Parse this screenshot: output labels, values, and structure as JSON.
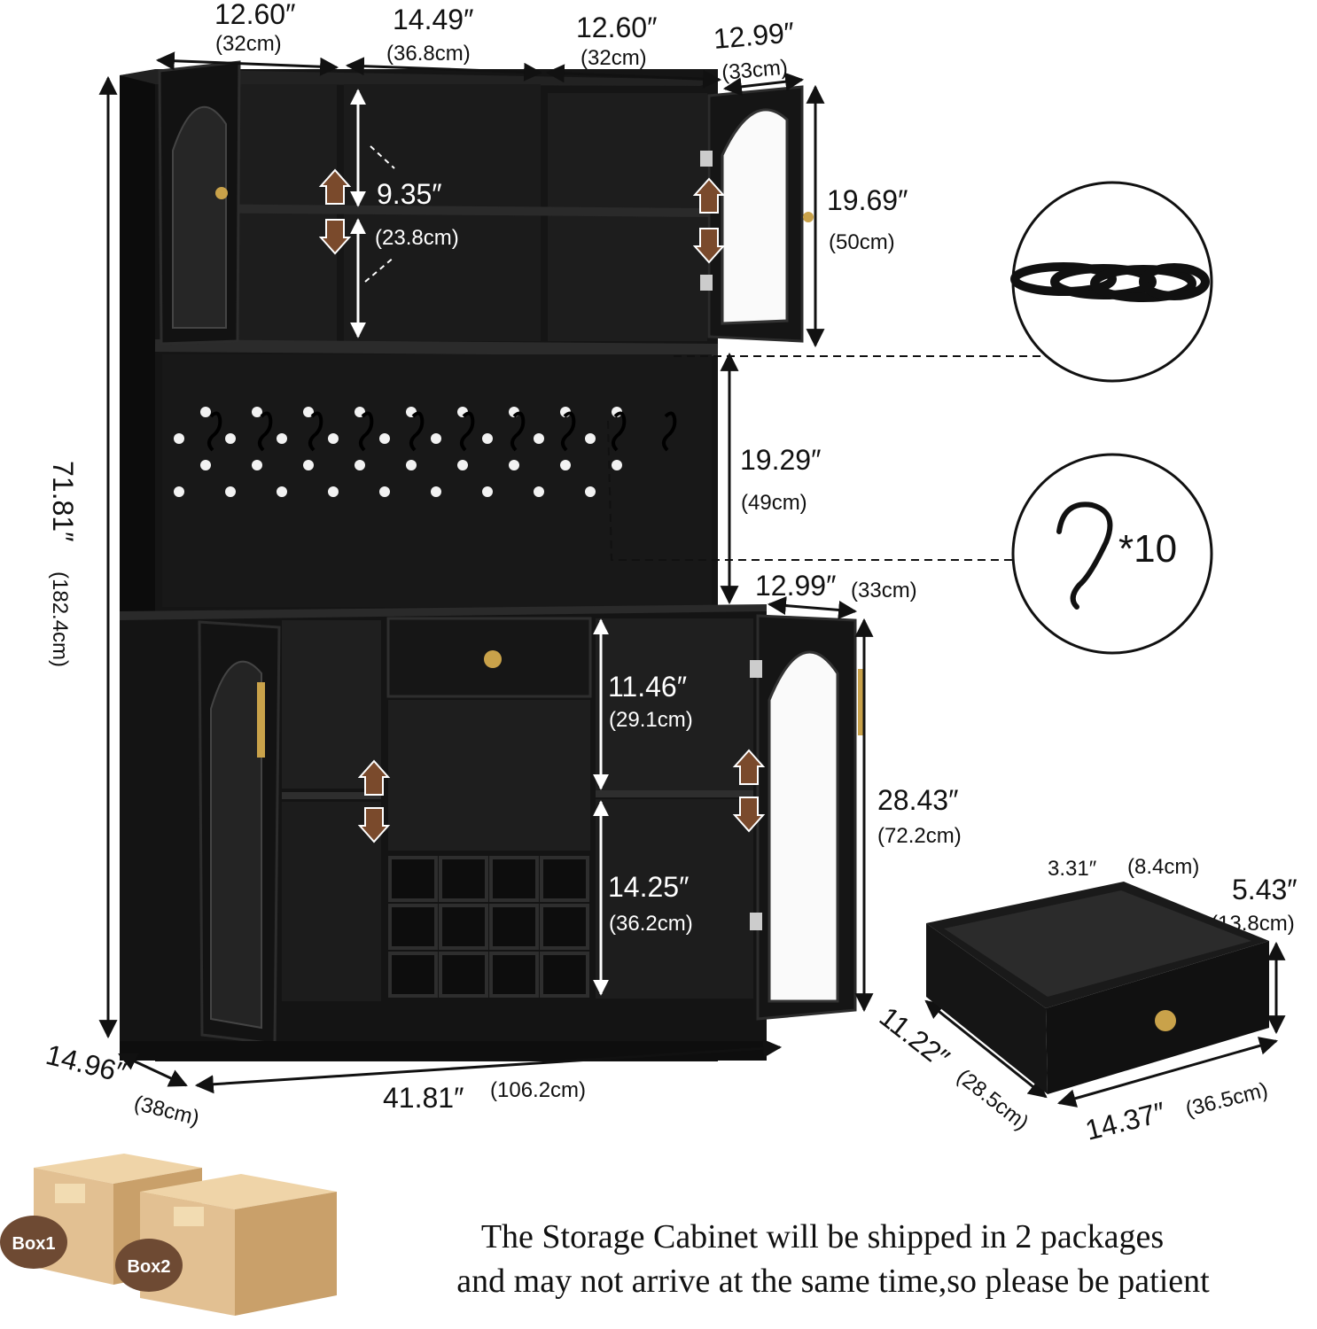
{
  "dimensions": {
    "top_left_width": {
      "in": "12.60″",
      "cm": "(32cm)"
    },
    "top_center_width": {
      "in": "14.49″",
      "cm": "(36.8cm)"
    },
    "top_right_width": {
      "in": "12.60″",
      "cm": "(32cm)"
    },
    "top_door_width": {
      "in": "12.99″",
      "cm": "(33cm)"
    },
    "upper_shelf_gap": {
      "in": "9.35″",
      "cm": "(23.8cm)"
    },
    "upper_height": {
      "in": "19.69″",
      "cm": "(50cm)"
    },
    "middle_height": {
      "in": "19.29″",
      "cm": "(49cm)"
    },
    "lower_door_width": {
      "in": "12.99″",
      "cm": "(33cm)"
    },
    "total_height": {
      "in": "71.81″",
      "cm": "(182.4cm)"
    },
    "drawer_compartment": {
      "in": "11.46″",
      "cm": "(29.1cm)"
    },
    "lower_compartment": {
      "in": "14.25″",
      "cm": "(36.2cm)"
    },
    "lower_height": {
      "in": "28.43″",
      "cm": "(72.2cm)"
    },
    "depth": {
      "in": "14.96″",
      "cm": "(38cm)"
    },
    "total_width": {
      "in": "41.81″",
      "cm": "(106.2cm)"
    },
    "drawer_inner_depth": {
      "in": "3.31″",
      "cm": "(8.4cm)"
    },
    "drawer_height": {
      "in": "5.43″",
      "cm": "(13.8cm)"
    },
    "drawer_depth": {
      "in": "11.22″",
      "cm": "(28.5cm)"
    },
    "drawer_width": {
      "in": "14.37″",
      "cm": "(36.5cm)"
    }
  },
  "hooks_count": "*10",
  "boxes": {
    "box1": "Box1",
    "box2": "Box2"
  },
  "shipping_note": {
    "line1": "The Storage Cabinet will be shipped in 2 packages",
    "line2": "and may not arrive at the same time,so please be patient"
  },
  "colors": {
    "cabinet": "#151515",
    "accent_arrow": "#7a4a2c",
    "gold": "#c9a24a",
    "box": "#e2c092"
  }
}
